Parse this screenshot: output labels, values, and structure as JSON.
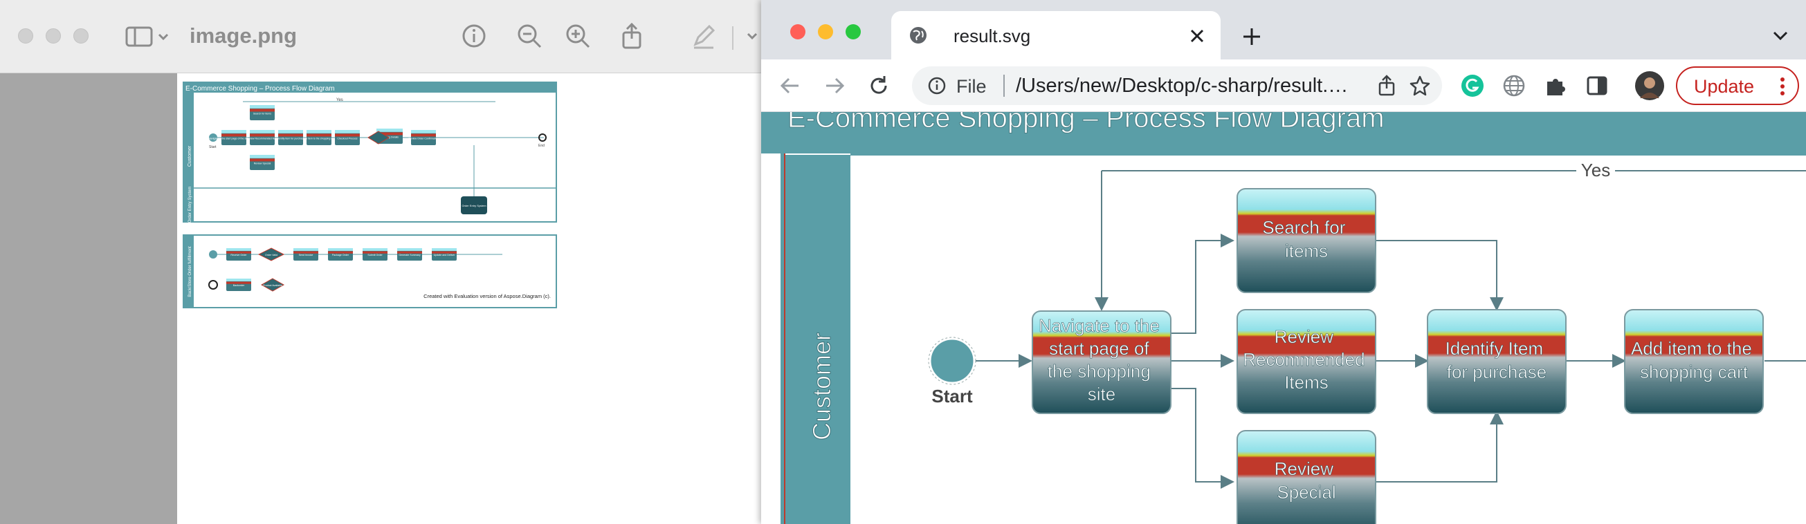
{
  "preview": {
    "title": "image.png",
    "thumbnail": {
      "diagram_title": "E-Commerce Shopping – Process Flow Diagram",
      "lane_customer": "Customer",
      "lane_system": "Order Entry System",
      "yes": "Yes",
      "start": "Start",
      "end": "End",
      "nodes_top": [
        "Navigate to the start page of the shopping site",
        "Search for items",
        "Review Recommended Items",
        "Review Special",
        "Identify item for purchase",
        "Add item to the shopping cart",
        "Checkout Process",
        "Shipping Details",
        "Review Order Confirmation"
      ],
      "db_node": "Order Entry System",
      "bottom_lane": "Back/Store Order fulfillment",
      "nodes_bottom": [
        "Receive Order",
        "Order Valid",
        "Send Invoice",
        "Package Order",
        "Submit Order",
        "Generate Summary",
        "Update and Deliver",
        "Backorder",
        "Product Available"
      ],
      "watermark": "Created with Evaluation version of Aspose.Diagram (c)."
    }
  },
  "browser": {
    "tab_title": "result.svg",
    "omnibox_scheme": "File",
    "omnibox_url": "/Users/new/Desktop/c-sharp/result.svg",
    "update_label": "Update"
  },
  "diagram": {
    "title": "E-Commerce Shopping – Process Flow Diagram",
    "lane": "Customer",
    "yes": "Yes",
    "start": "Start",
    "nodes": {
      "navigate": [
        "Navigate to the",
        "start page of",
        "the shopping",
        "site"
      ],
      "search": [
        "Search for",
        "items"
      ],
      "recommended": [
        "Review",
        "Recommended",
        "Items"
      ],
      "special": [
        "Review",
        "Special"
      ],
      "identify": [
        "Identify Item",
        "for purchase"
      ],
      "add": [
        "Add item to the",
        "shopping cart"
      ]
    }
  },
  "colors": {
    "teal": "#5a9ea7",
    "node_red": "#c0392b",
    "node_top": "#9ee6ee",
    "node_bottom": "#1f4f59",
    "update": "#c5221f"
  }
}
